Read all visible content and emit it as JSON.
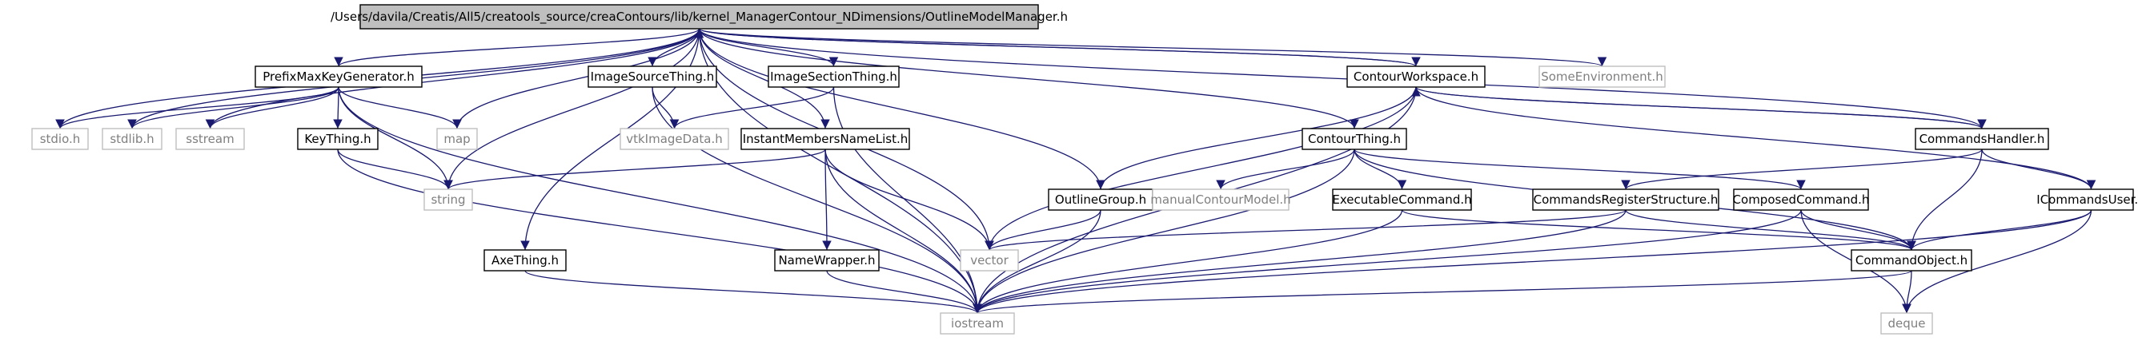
{
  "graph": {
    "edge_color": "#191970",
    "main_fill": "#bfbfbf",
    "system_border": "#bfbfbf",
    "system_text": "#7f7f7f",
    "nodes": [
      {
        "id": "main",
        "label": "/Users/davila/Creatis/All5/creatools_source/creaContours/lib/kernel_ManagerContour_NDimensions/OutlineModelManager.h",
        "kind": "main"
      },
      {
        "id": "prefix",
        "label": "PrefixMaxKeyGenerator.h",
        "kind": "header"
      },
      {
        "id": "imagesource",
        "label": "ImageSourceThing.h",
        "kind": "header"
      },
      {
        "id": "imagesection",
        "label": "ImageSectionThing.h",
        "kind": "header"
      },
      {
        "id": "contourws",
        "label": "ContourWorkspace.h",
        "kind": "header"
      },
      {
        "id": "someenv",
        "label": "SomeEnvironment.h",
        "kind": "system"
      },
      {
        "id": "stdio",
        "label": "stdio.h",
        "kind": "system"
      },
      {
        "id": "stdlib",
        "label": "stdlib.h",
        "kind": "system"
      },
      {
        "id": "sstream",
        "label": "sstream",
        "kind": "system"
      },
      {
        "id": "keything",
        "label": "KeyThing.h",
        "kind": "header"
      },
      {
        "id": "map",
        "label": "map",
        "kind": "system"
      },
      {
        "id": "vtkimagedata",
        "label": "vtkImageData.h",
        "kind": "system"
      },
      {
        "id": "instantmembers",
        "label": "InstantMembersNameList.h",
        "kind": "header"
      },
      {
        "id": "contourthing",
        "label": "ContourThing.h",
        "kind": "header"
      },
      {
        "id": "commandshandler",
        "label": "CommandsHandler.h",
        "kind": "header"
      },
      {
        "id": "string",
        "label": "string",
        "kind": "system"
      },
      {
        "id": "outlinegroup",
        "label": "OutlineGroup.h",
        "kind": "header"
      },
      {
        "id": "manualcontour",
        "label": "manualContourModel.h",
        "kind": "system"
      },
      {
        "id": "executable",
        "label": "ExecutableCommand.h",
        "kind": "header"
      },
      {
        "id": "commandsregister",
        "label": "CommandsRegisterStructure.h",
        "kind": "header"
      },
      {
        "id": "composed",
        "label": "ComposedCommand.h",
        "kind": "header"
      },
      {
        "id": "icommandsuser",
        "label": "ICommandsUser.h",
        "kind": "header"
      },
      {
        "id": "axething",
        "label": "AxeThing.h",
        "kind": "header"
      },
      {
        "id": "namewrapper",
        "label": "NameWrapper.h",
        "kind": "header"
      },
      {
        "id": "vector",
        "label": "vector",
        "kind": "system"
      },
      {
        "id": "commandobject",
        "label": "CommandObject.h",
        "kind": "header"
      },
      {
        "id": "iostream",
        "label": "iostream",
        "kind": "system"
      },
      {
        "id": "deque",
        "label": "deque",
        "kind": "system"
      }
    ],
    "edges": [
      [
        "main",
        "prefix"
      ],
      [
        "main",
        "imagesource"
      ],
      [
        "main",
        "imagesection"
      ],
      [
        "main",
        "contourws"
      ],
      [
        "main",
        "someenv"
      ],
      [
        "main",
        "stdio"
      ],
      [
        "main",
        "stdlib"
      ],
      [
        "main",
        "sstream"
      ],
      [
        "main",
        "map"
      ],
      [
        "main",
        "string"
      ],
      [
        "main",
        "instantmembers"
      ],
      [
        "main",
        "contourthing"
      ],
      [
        "main",
        "outlinegroup"
      ],
      [
        "main",
        "axething"
      ],
      [
        "main",
        "vector"
      ],
      [
        "main",
        "iostream"
      ],
      [
        "main",
        "commandshandler"
      ],
      [
        "prefix",
        "stdio"
      ],
      [
        "prefix",
        "stdlib"
      ],
      [
        "prefix",
        "sstream"
      ],
      [
        "prefix",
        "keything"
      ],
      [
        "prefix",
        "map"
      ],
      [
        "prefix",
        "string"
      ],
      [
        "prefix",
        "iostream"
      ],
      [
        "keything",
        "string"
      ],
      [
        "keything",
        "iostream"
      ],
      [
        "imagesource",
        "vtkimagedata"
      ],
      [
        "imagesource",
        "iostream"
      ],
      [
        "imagesection",
        "vtkimagedata"
      ],
      [
        "imagesection",
        "iostream"
      ],
      [
        "instantmembers",
        "string"
      ],
      [
        "instantmembers",
        "namewrapper"
      ],
      [
        "instantmembers",
        "vector"
      ],
      [
        "instantmembers",
        "iostream"
      ],
      [
        "contourws",
        "main"
      ],
      [
        "contourws",
        "commandshandler"
      ],
      [
        "contourws",
        "icommandsuser"
      ],
      [
        "contourws",
        "outlinegroup"
      ],
      [
        "contourws",
        "vector"
      ],
      [
        "contourws",
        "iostream"
      ],
      [
        "commandshandler",
        "contourws"
      ],
      [
        "commandshandler",
        "commandsregister"
      ],
      [
        "commandshandler",
        "commandobject"
      ],
      [
        "commandshandler",
        "icommandsuser"
      ],
      [
        "contourthing",
        "manualcontour"
      ],
      [
        "contourthing",
        "executable"
      ],
      [
        "contourthing",
        "composed"
      ],
      [
        "contourthing",
        "commandobject"
      ],
      [
        "contourthing",
        "iostream"
      ],
      [
        "outlinegroup",
        "vector"
      ],
      [
        "outlinegroup",
        "iostream"
      ],
      [
        "executable",
        "commandobject"
      ],
      [
        "executable",
        "iostream"
      ],
      [
        "commandsregister",
        "vector"
      ],
      [
        "commandsregister",
        "commandobject"
      ],
      [
        "commandsregister",
        "iostream"
      ],
      [
        "composed",
        "commandobject"
      ],
      [
        "composed",
        "deque"
      ],
      [
        "composed",
        "iostream"
      ],
      [
        "icommandsuser",
        "commandobject"
      ],
      [
        "icommandsuser",
        "deque"
      ],
      [
        "icommandsuser",
        "iostream"
      ],
      [
        "commandobject",
        "deque"
      ],
      [
        "commandobject",
        "iostream"
      ],
      [
        "axething",
        "iostream"
      ],
      [
        "namewrapper",
        "iostream"
      ]
    ]
  }
}
